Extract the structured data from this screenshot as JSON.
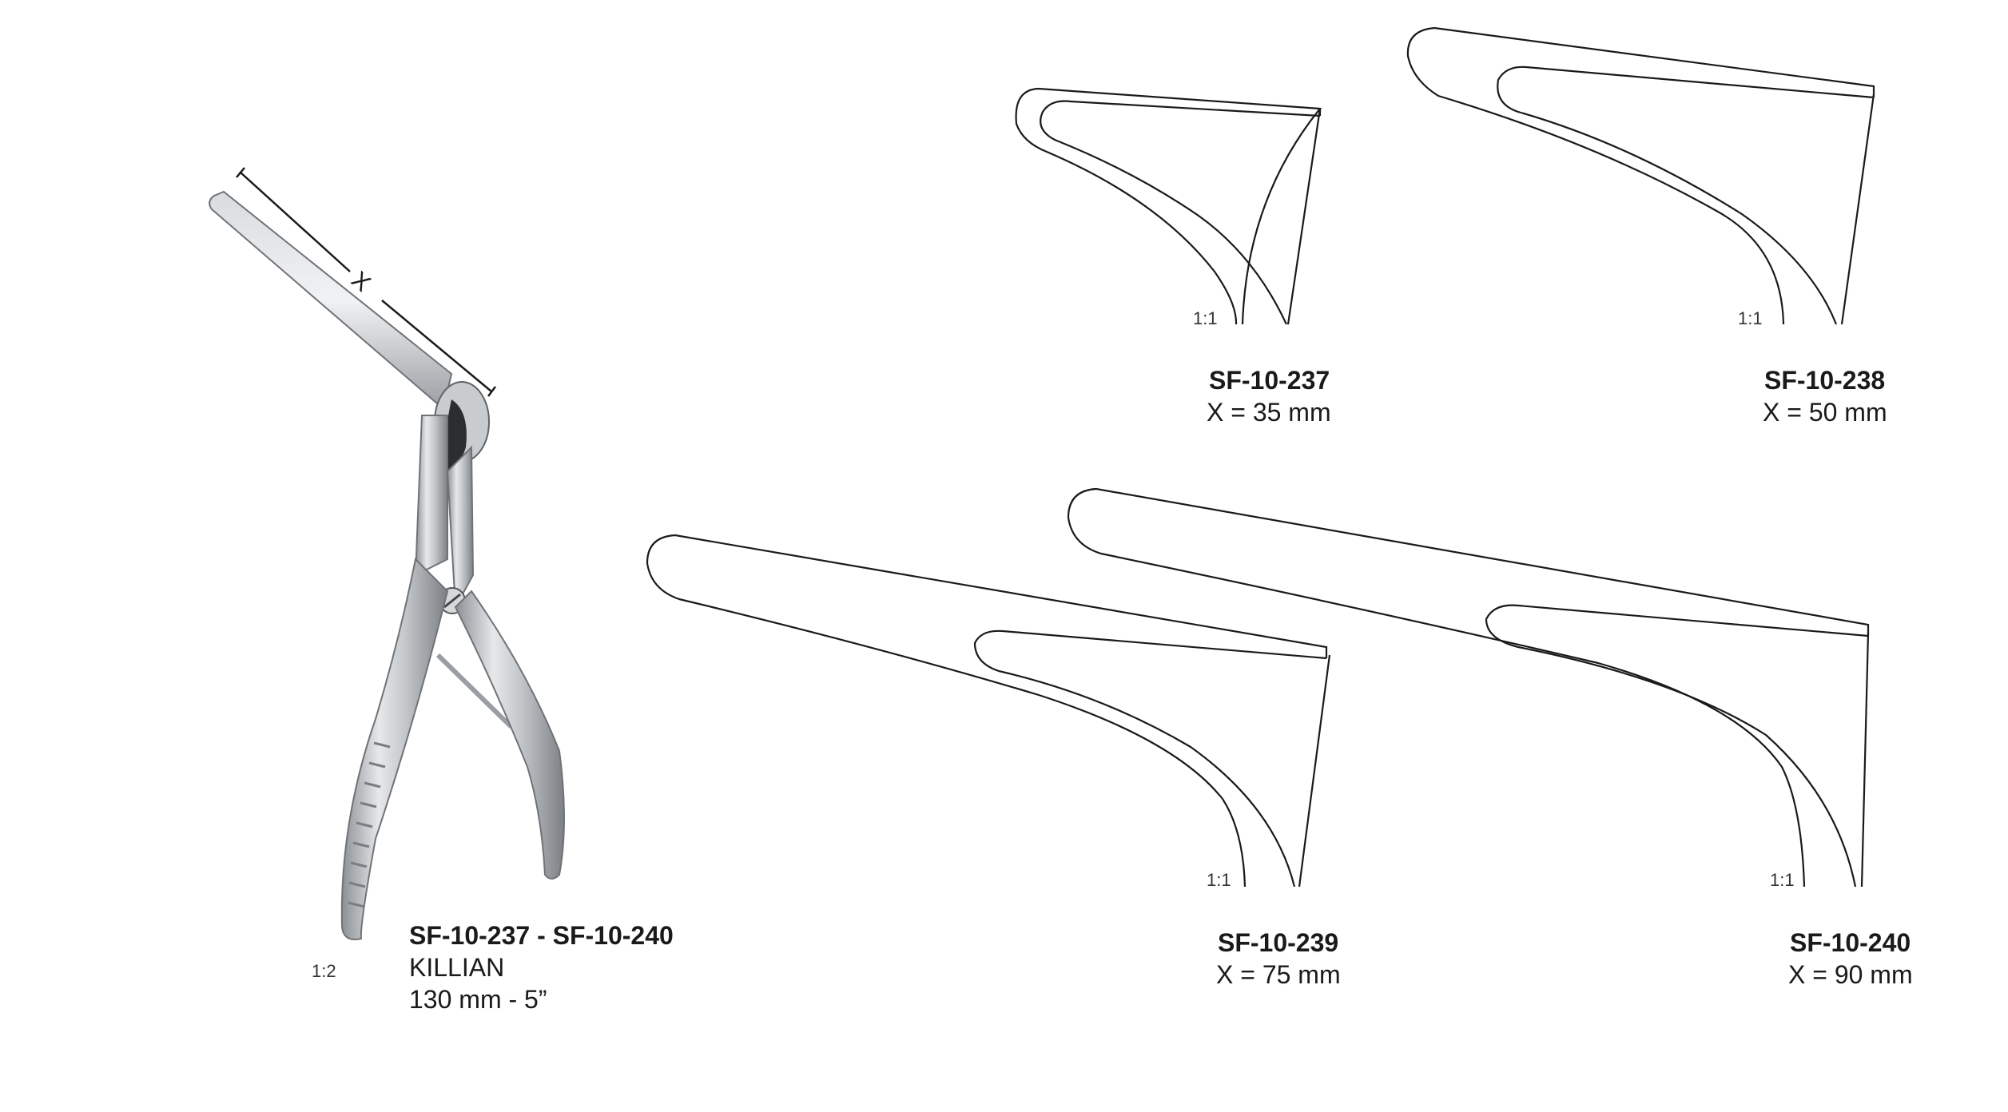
{
  "dimension_marker": "X",
  "main_instrument": {
    "scale": "1:2",
    "codes": "SF-10-237 - SF-10-240",
    "name": "KILLIAN",
    "size": "130 mm - 5”"
  },
  "variants": [
    {
      "code": "SF-10-237",
      "measure": "X = 35 mm",
      "scale": "1:1"
    },
    {
      "code": "SF-10-238",
      "measure": "X = 50 mm",
      "scale": "1:1"
    },
    {
      "code": "SF-10-239",
      "measure": "X = 75 mm",
      "scale": "1:1"
    },
    {
      "code": "SF-10-240",
      "measure": "X = 90 mm",
      "scale": "1:1"
    }
  ],
  "colors": {
    "outline": "#1a1a1a",
    "steel_light": "#e4e6e8",
    "steel_mid": "#b7babd",
    "steel_dark": "#6f7377"
  }
}
